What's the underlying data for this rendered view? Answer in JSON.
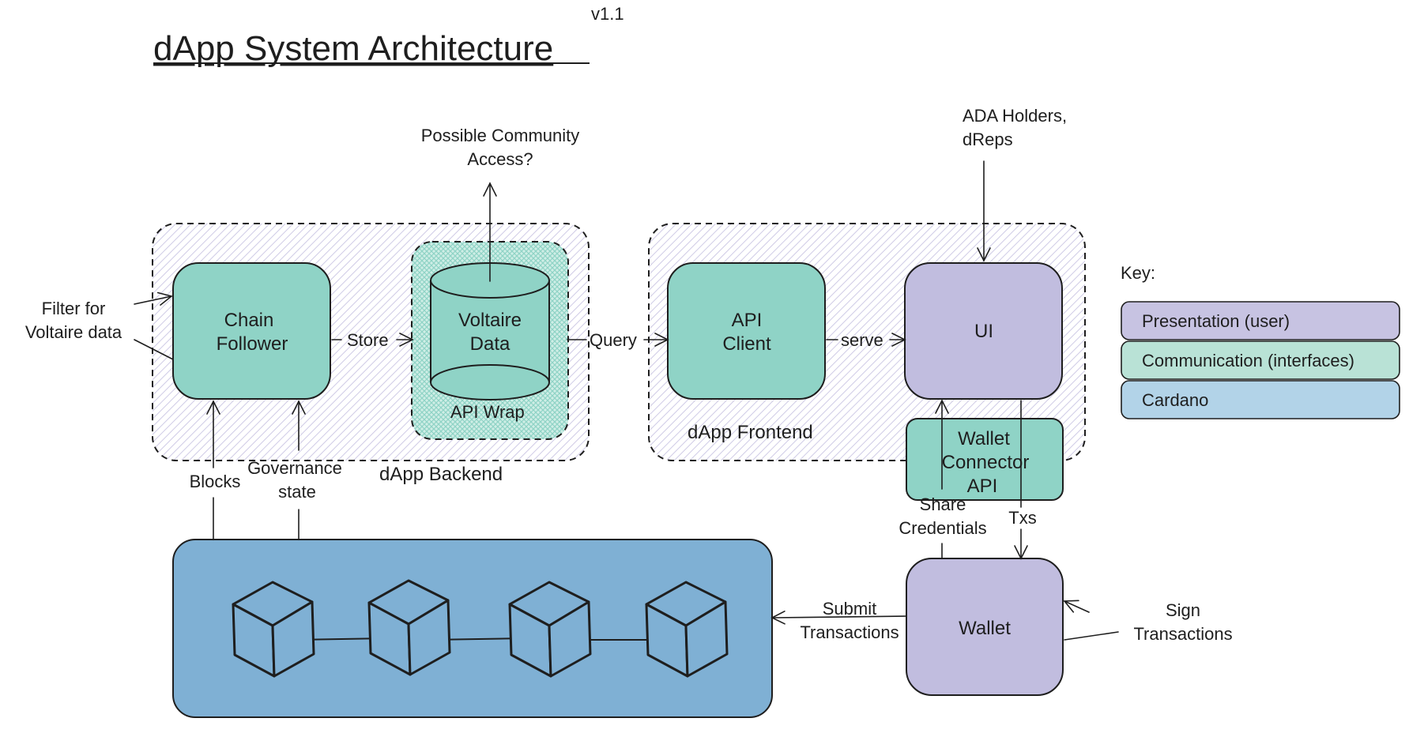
{
  "header": {
    "version": "v1.1",
    "title": "dApp System Architecture"
  },
  "groups": {
    "backend": "dApp Backend",
    "frontend": "dApp Frontend",
    "api_wrap": "API Wrap"
  },
  "nodes": {
    "chain_follower": [
      "Chain",
      "Follower"
    ],
    "voltaire_data": [
      "Voltaire",
      "Data"
    ],
    "api_client": [
      "API",
      "Client"
    ],
    "ui": "UI",
    "wallet_connector": [
      "Wallet",
      "Connector",
      "API"
    ],
    "wallet": "Wallet"
  },
  "edges": {
    "store": "Store",
    "query": "Query",
    "serve": "serve",
    "txs": "Txs",
    "share_credentials": [
      "Share",
      "Credentials"
    ],
    "submit_transactions": [
      "Submit",
      "Transactions"
    ]
  },
  "annotations": {
    "filter": [
      "Filter for",
      "Voltaire data"
    ],
    "community": [
      "Possible Community",
      "Access?"
    ],
    "ada_holders": [
      "ADA Holders,",
      "dReps"
    ],
    "blocks": "Blocks",
    "governance": [
      "Governance",
      "state"
    ],
    "sign_transactions": [
      "Sign",
      "Transactions"
    ]
  },
  "legend": {
    "title": "Key:",
    "items": [
      {
        "label": "Presentation (user)",
        "color": "#c7c3e2"
      },
      {
        "label": "Communication (interfaces)",
        "color": "#b9e2d6"
      },
      {
        "label": "Cardano",
        "color": "#b2d3e8"
      }
    ]
  },
  "colors": {
    "teal": "#8fd3c6",
    "purple": "#c1bddf",
    "blue": "#7fb0d4",
    "group_hatch": "#cfcbe6",
    "stroke": "#1e1e1e"
  }
}
